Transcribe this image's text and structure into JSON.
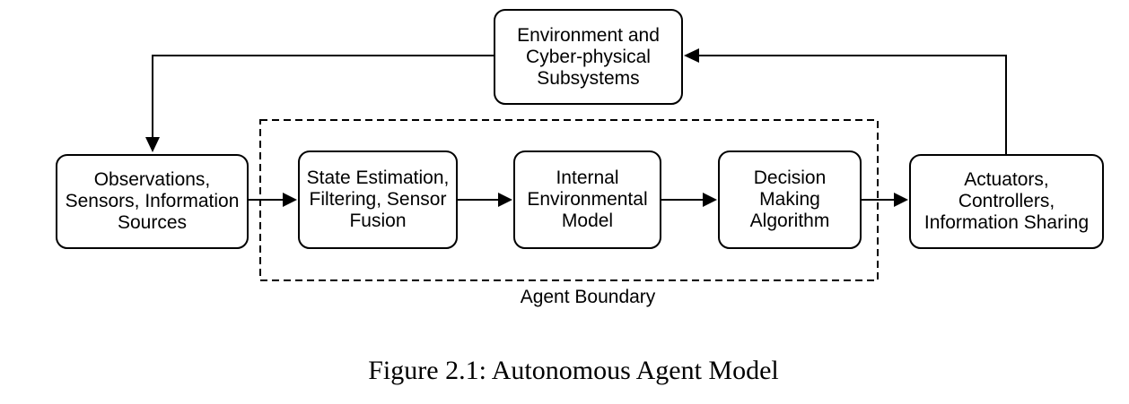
{
  "figure": {
    "caption": "Figure 2.1: Autonomous Agent Model"
  },
  "diagram": {
    "title": "Autonomous Agent Model",
    "boundary_label": "Agent Boundary",
    "nodes": [
      {
        "id": "environment",
        "label": "Environment and\nCyber-physical\nSubsystems"
      },
      {
        "id": "observations",
        "label": "Observations,\nSensors, Information\nSources"
      },
      {
        "id": "state-estimation",
        "label": "State Estimation,\nFiltering, Sensor\nFusion"
      },
      {
        "id": "internal-model",
        "label": "Internal\nEnvironmental\nModel"
      },
      {
        "id": "decision-making",
        "label": "Decision\nMaking\nAlgorithm"
      },
      {
        "id": "actuators",
        "label": "Actuators,\nControllers,\nInformation Sharing"
      }
    ],
    "edges": [
      {
        "from": "environment",
        "to": "observations"
      },
      {
        "from": "observations",
        "to": "state-estimation"
      },
      {
        "from": "state-estimation",
        "to": "internal-model"
      },
      {
        "from": "internal-model",
        "to": "decision-making"
      },
      {
        "from": "decision-making",
        "to": "actuators"
      },
      {
        "from": "actuators",
        "to": "environment"
      }
    ],
    "boundary_contains": [
      "state-estimation",
      "internal-model",
      "decision-making"
    ],
    "colors": {
      "background": "#ffffff",
      "stroke": "#000000",
      "text": "#000000"
    }
  }
}
